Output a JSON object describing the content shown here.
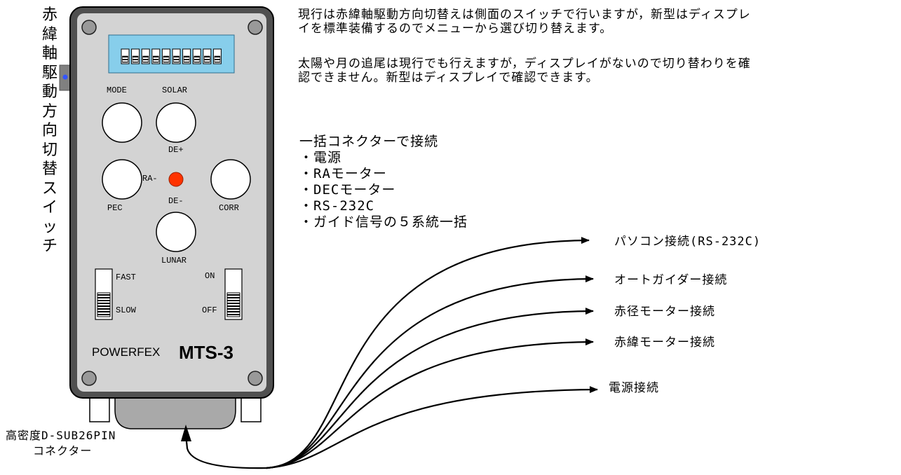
{
  "side_switch_label": "赤緯軸駆動方向切替スイッチ",
  "notes": {
    "line1": "現行は赤緯軸駆動方向切替えは側面のスイッチで行いますが，新型はディスプレ",
    "line2": "イを標準装備するのでメニューから選び切り替えます。",
    "line3": "太陽や月の追尾は現行でも行えますが，ディスプレイがないので切り替わりを確",
    "line4": "認できません。新型はディスプレイで確認できます。"
  },
  "connector_list": {
    "heading": "一括コネクターで接続",
    "items": [
      "・電源",
      "・RAモーター",
      "・DECモーター",
      "・RS-232C",
      "・ガイド信号の５系統一括"
    ]
  },
  "device": {
    "labels": {
      "mode": "MODE",
      "solar": "SOLAR",
      "de_plus": "DE+",
      "ra_minus": "RA-",
      "pec": "PEC",
      "de_minus": "DE-",
      "corr": "CORR",
      "lunar": "LUNAR",
      "fast": "FAST",
      "slow": "SLOW",
      "on": "ON",
      "off": "OFF"
    },
    "brand": "POWERFEX",
    "model": "MTS-3",
    "led_color": "#ff3300",
    "dip_switch_color": "#87ceeb",
    "dip_switch_count": 10
  },
  "connector_label": {
    "line1": "高密度D-SUB26PIN",
    "line2": "コネクター"
  },
  "connections": [
    "パソコン接続(RS-232C)",
    "オートガイダー接続",
    "赤径モーター接続",
    "赤緯モーター接続",
    "電源接続"
  ]
}
